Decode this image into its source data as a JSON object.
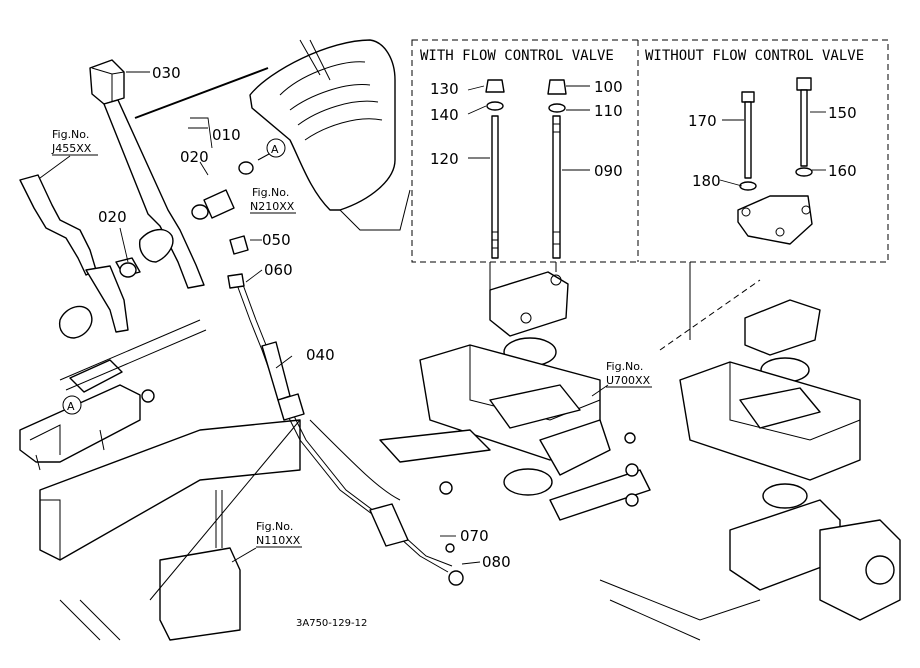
{
  "panel": {
    "with_title": "WITH FLOW CONTROL VALVE",
    "without_title": "WITHOUT FLOW CONTROL VALVE"
  },
  "parts": {
    "p010": "010",
    "p020a": "020",
    "p020b": "020",
    "p030": "030",
    "p040": "040",
    "p050": "050",
    "p060": "060",
    "p070": "070",
    "p080": "080",
    "p090": "090",
    "p100": "100",
    "p110": "110",
    "p120": "120",
    "p130": "130",
    "p140": "140",
    "p150": "150",
    "p160": "160",
    "p170": "170",
    "p180": "180"
  },
  "refs": {
    "fig_label": "Fig.No.",
    "j455": "J455XX",
    "n210": "N210XX",
    "u700": "U700XX",
    "n110": "N110XX"
  },
  "callouts": {
    "a_top": "A",
    "a_left": "A"
  },
  "drawing_code": "3A750-129-12"
}
